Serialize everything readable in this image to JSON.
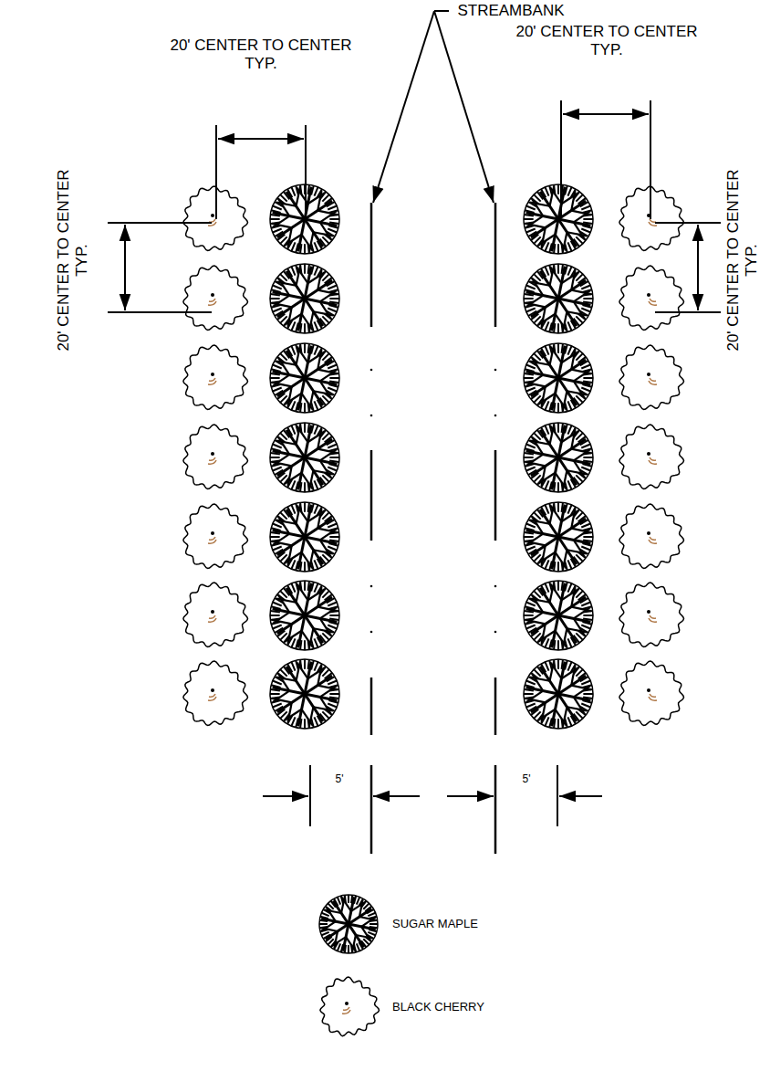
{
  "diagram": {
    "labels": [
      "STREAMBANK",
      "20' CENTER TO CENTER TYP.",
      "20' CENTER TO CENTER TYP.",
      "20' CENTER TO CENTER TYP.",
      "20' CENTER TO CENTER TYP.",
      "5'",
      "5'"
    ],
    "legend": [
      {
        "text": "SUGAR MAPLE"
      },
      {
        "text": "BLACK CHERRY"
      }
    ]
  }
}
